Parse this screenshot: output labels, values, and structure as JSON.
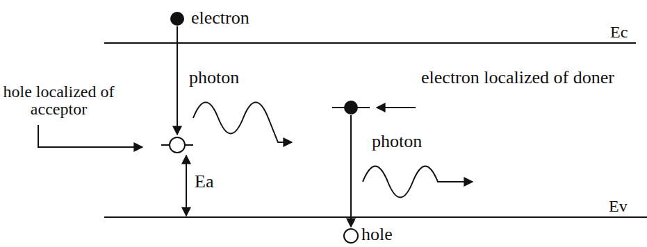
{
  "diagram": {
    "labels": [
      "electron",
      "Ec",
      "photon",
      "electron localized of doner",
      "hole localized of acceptor",
      "photon",
      "Ea",
      "Ev",
      "hole"
    ]
  }
}
